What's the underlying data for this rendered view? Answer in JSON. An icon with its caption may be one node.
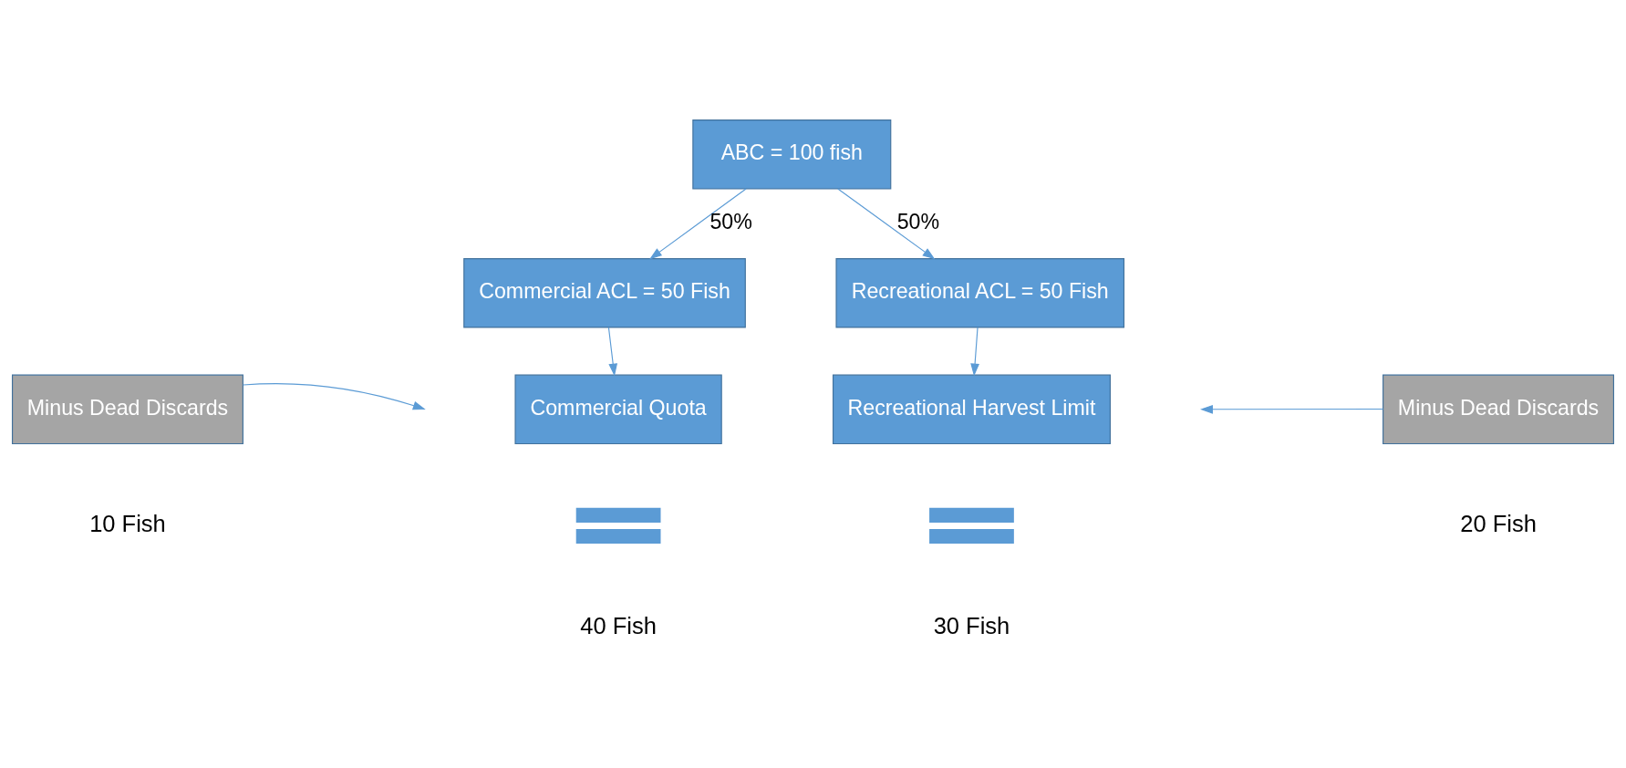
{
  "diagram": {
    "nodes": [
      {
        "text": [
          "ABC = 100 fish"
        ]
      },
      {
        "text": [
          "Commercial ACL = 50 Fish"
        ]
      },
      {
        "text": [
          "Recreational ACL = 50 Fish"
        ]
      },
      {
        "text": [
          "Minus Dead Discards"
        ],
        "beside": [
          "10 Fish"
        ]
      },
      {
        "text": [
          "Commercial Quota"
        ]
      },
      {
        "text": [
          "Recreational Harvest Limit"
        ]
      },
      {
        "text": [
          "Minus Dead Discards"
        ],
        "beside": [
          "20 Fish"
        ]
      },
      {
        "text": [],
        "shape": "equals",
        "beside": [
          "40 Fish"
        ]
      },
      {
        "text": [],
        "shape": "equals",
        "beside": [
          "30 Fish"
        ]
      }
    ],
    "edges": [
      {
        "from": 0,
        "to": 1,
        "arrow": "to",
        "label": "50%"
      },
      {
        "from": 0,
        "to": 2,
        "arrow": "to",
        "label": "50%"
      },
      {
        "from": 1,
        "to": 4,
        "arrow": "to"
      },
      {
        "from": 3,
        "to": null,
        "arrow": "to"
      },
      {
        "from": 2,
        "to": 5,
        "arrow": "to"
      },
      {
        "from": 6,
        "to": null,
        "arrow": "to"
      }
    ]
  }
}
